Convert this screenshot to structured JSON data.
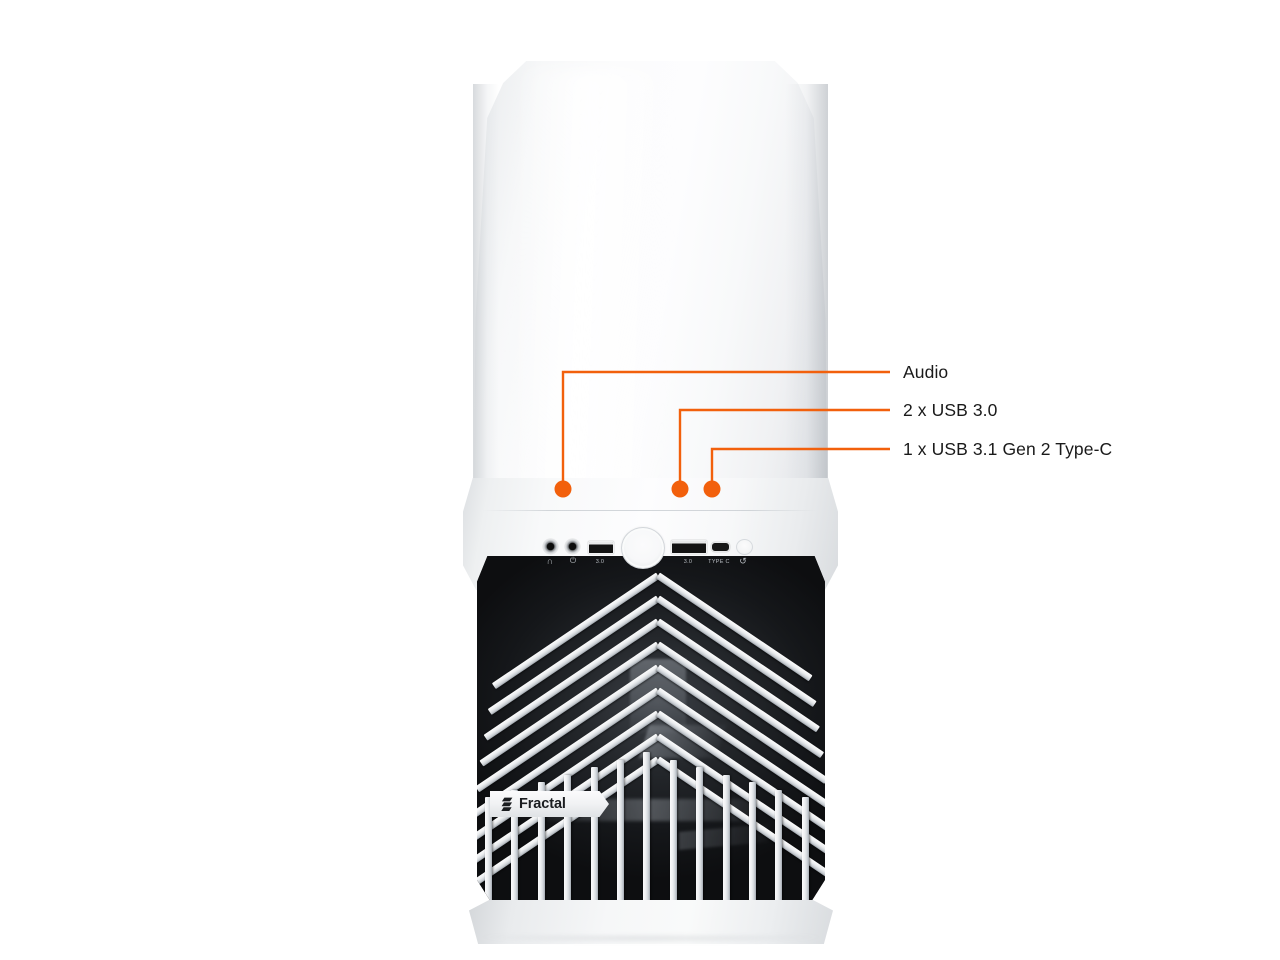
{
  "scene": {
    "subject": "Fractal Design PC case front view",
    "background_color": "#ffffff",
    "accent_color": "#f2600c",
    "label_color": "#1a1a1a",
    "case_color": "#f7f8f9"
  },
  "brand": {
    "name": "Fractal",
    "logo_icon": "fractal-bolt-icon"
  },
  "callouts": [
    {
      "id": "audio",
      "label": "Audio",
      "target": "front-audio-jacks",
      "marker_color": "#f2600c"
    },
    {
      "id": "usb30",
      "label": "2 x USB 3.0",
      "target": "front-usb-a-dual-port",
      "marker_color": "#f2600c"
    },
    {
      "id": "usbc",
      "label": "1 x USB 3.1 Gen 2 Type-C",
      "target": "front-usb-c-port",
      "marker_color": "#f2600c"
    }
  ],
  "front_io": {
    "ports": [
      {
        "id": "headphone-jack",
        "glyph": "headphone-icon",
        "print": ""
      },
      {
        "id": "microphone-jack",
        "glyph": "microphone-icon",
        "print": ""
      },
      {
        "id": "usb-a-single",
        "glyph": "",
        "print": "3.0"
      },
      {
        "id": "power-button",
        "glyph": "",
        "print": ""
      },
      {
        "id": "usb-a-dual",
        "glyph": "",
        "print": "3.0"
      },
      {
        "id": "usb-c",
        "glyph": "",
        "print": "TYPE C"
      },
      {
        "id": "reset-button",
        "glyph": "reset-icon",
        "print": ""
      }
    ],
    "glyph_headphone": "∩",
    "glyph_microphone": "ᵊ",
    "glyph_reset": "↺"
  }
}
